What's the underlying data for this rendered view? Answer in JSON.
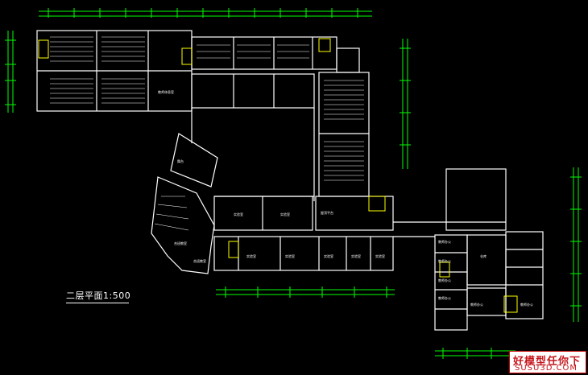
{
  "drawing": {
    "title": "二层平面1:500",
    "background": "#000000",
    "colors": {
      "wall": "#ffffff",
      "grid": "#00ff00",
      "stair": "#ffff00",
      "seat": "#ffffff"
    }
  },
  "rooms": {
    "office_top": "教师休息室",
    "stage": "舞台",
    "lecture1": "合班教室",
    "lecture2": "合班教室",
    "roof": "屋顶平台",
    "lab1": "实验室",
    "lab2": "实验室",
    "lab3": "实验室",
    "lab4": "实验室",
    "lab5": "实验室",
    "lab6": "实验室",
    "lab7": "实验室",
    "office1": "教师办公",
    "office2": "教师办公",
    "office3": "教师办公",
    "office4": "教师办公",
    "office5": "教师办公",
    "office6": "教师办公",
    "storage": "仓库"
  },
  "watermark": {
    "line1": "好模型任你下",
    "line2": "SUSU3D.COM"
  }
}
